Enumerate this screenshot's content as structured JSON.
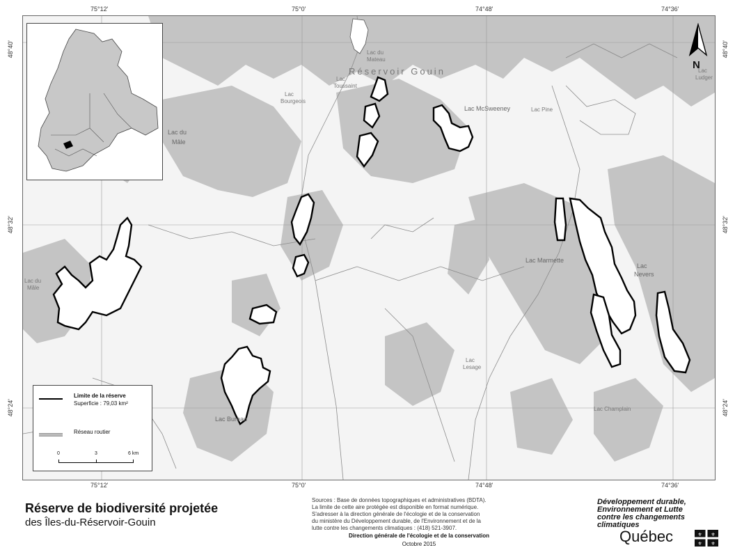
{
  "map": {
    "top_coords": [
      "75°12'",
      "75°0'",
      "74°48'",
      "74°36'"
    ],
    "bottom_coords": [
      "75°12'",
      "75°0'",
      "74°48'",
      "74°36'"
    ],
    "left_coords": [
      "48°40'",
      "48°32'",
      "48°24'"
    ],
    "right_coords": [
      "48°40'",
      "48°32'",
      "48°24'"
    ],
    "place_labels": {
      "reservoir_gouin": "Réservoir  Gouin",
      "lac_mcsweeney": "Lac McSweeney",
      "lac_du_male": "Lac du",
      "lac_du_male_2": "Mâle",
      "lac_marmette": "Lac Marmette",
      "lac_nevers": "Lac",
      "lac_nevers_2": "Nevers",
      "lac_bureau": "Lac        Bureau",
      "lac_toussaint": "Lac",
      "lac_toussaint_2": "Toussaint",
      "lac_bourgeois": "Lac",
      "lac_bourgeois_2": "Bourgeois",
      "lac_lesage": "Lac",
      "lac_lesage_2": "Lesage",
      "lac_du_male_left": "Lac du",
      "lac_du_male_left_2": "Mâle",
      "lac_ludger": "Lac",
      "lac_ludger_2": "Ludger",
      "lac_du_mateau": "Lac du",
      "lac_du_mateau_2": "Mateau",
      "lac_champlain": "Lac Champlain",
      "lac_pine": "Lac Pine"
    }
  },
  "north_arrow": {
    "label": "N"
  },
  "legend": {
    "boundary_label": "Limite de la réserve",
    "area_label": "Superficie : 79,03 km²",
    "road_label": "Réseau routier",
    "scale_labels": [
      "0",
      "3",
      "6 km"
    ]
  },
  "footer": {
    "title": "Réserve de biodiversité projetée",
    "subtitle": "des Îles-du-Réservoir-Gouin",
    "sources": [
      "Sources : Base de données topographiques et administratives (BDTA).",
      "La limite de cette aire protégée est disponible en format numérique.",
      "S'adresser à la direction générale de l'écologie et de la conservation",
      "du ministère du Développement durable, de l'Environnement et de la",
      "lutte contre les changements climatiques : (418) 521-3907."
    ],
    "direction": "Direction générale de l'écologie et de la conservation",
    "date": "Octobre 2015",
    "ministry_lines": [
      "Développement durable,",
      "Environnement et Lutte",
      "contre les changements",
      "climatiques"
    ],
    "quebec": "Québec"
  }
}
